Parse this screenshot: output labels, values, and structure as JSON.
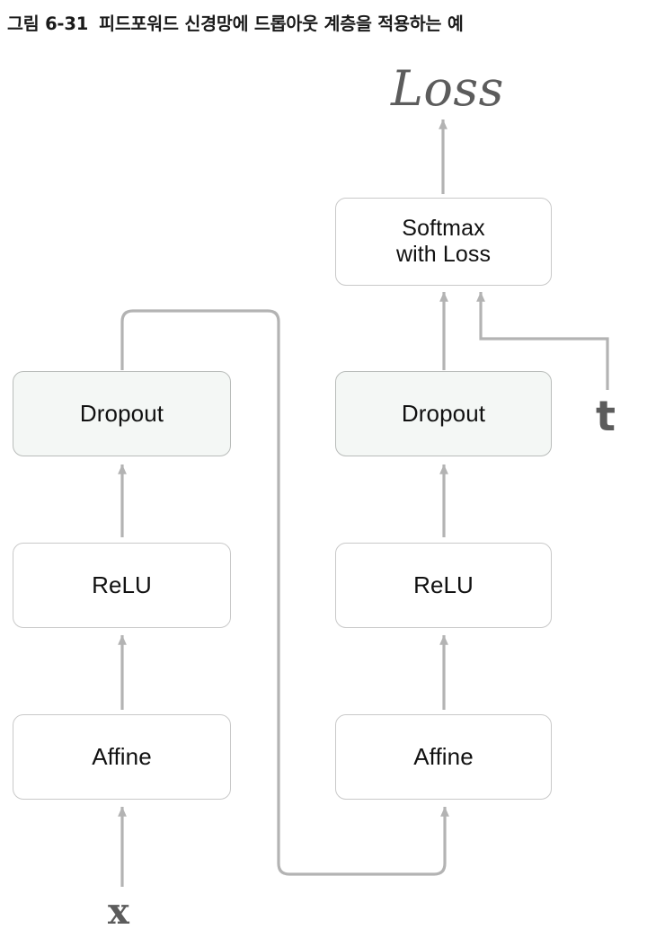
{
  "caption": {
    "number": "그림 6-31",
    "text": "피드포워드 신경망에 드롭아웃 계층을 적용하는 예"
  },
  "colors": {
    "box_border": "#c9c9c9",
    "box_border_shaded": "#b9bcba",
    "box_fill": "#ffffff",
    "box_fill_shaded": "#f4f7f5",
    "wire": "#b3b3b3",
    "label_text": "#5c5c5c",
    "node_text": "#111111",
    "caption_text": "#1a1a1a",
    "background": "#ffffff"
  },
  "diagram": {
    "type": "neural-network-layer-diagram",
    "title": "Feedforward network with dropout layers",
    "labels": {
      "input": "x",
      "target": "t",
      "output": "Loss"
    },
    "columns": [
      {
        "name": "left-column",
        "nodes": [
          {
            "id": "dropout-left",
            "label": "Dropout",
            "style": "shaded"
          },
          {
            "id": "relu-left",
            "label": "ReLU",
            "style": "plain"
          },
          {
            "id": "affine-left",
            "label": "Affine",
            "style": "plain"
          }
        ]
      },
      {
        "name": "right-column",
        "nodes": [
          {
            "id": "softmax-with-loss",
            "label": "Softmax\nwith Loss",
            "line1": "Softmax",
            "line2": "with Loss",
            "style": "plain"
          },
          {
            "id": "dropout-right",
            "label": "Dropout",
            "style": "shaded"
          },
          {
            "id": "relu-right",
            "label": "ReLU",
            "style": "plain"
          },
          {
            "id": "affine-right",
            "label": "Affine",
            "style": "plain"
          }
        ]
      }
    ],
    "edges": [
      {
        "from": "x",
        "to": "affine-left",
        "arrow": true
      },
      {
        "from": "affine-left",
        "to": "relu-left",
        "arrow": true
      },
      {
        "from": "relu-left",
        "to": "dropout-left",
        "arrow": true
      },
      {
        "from": "dropout-left",
        "to": "affine-right",
        "arrow": true,
        "routing": "skip-around-right"
      },
      {
        "from": "affine-right",
        "to": "relu-right",
        "arrow": true
      },
      {
        "from": "relu-right",
        "to": "dropout-right",
        "arrow": true
      },
      {
        "from": "dropout-right",
        "to": "softmax-with-loss",
        "arrow": true
      },
      {
        "from": "t",
        "to": "softmax-with-loss",
        "arrow": true,
        "routing": "elbow-left"
      },
      {
        "from": "softmax-with-loss",
        "to": "Loss",
        "arrow": true
      }
    ]
  }
}
